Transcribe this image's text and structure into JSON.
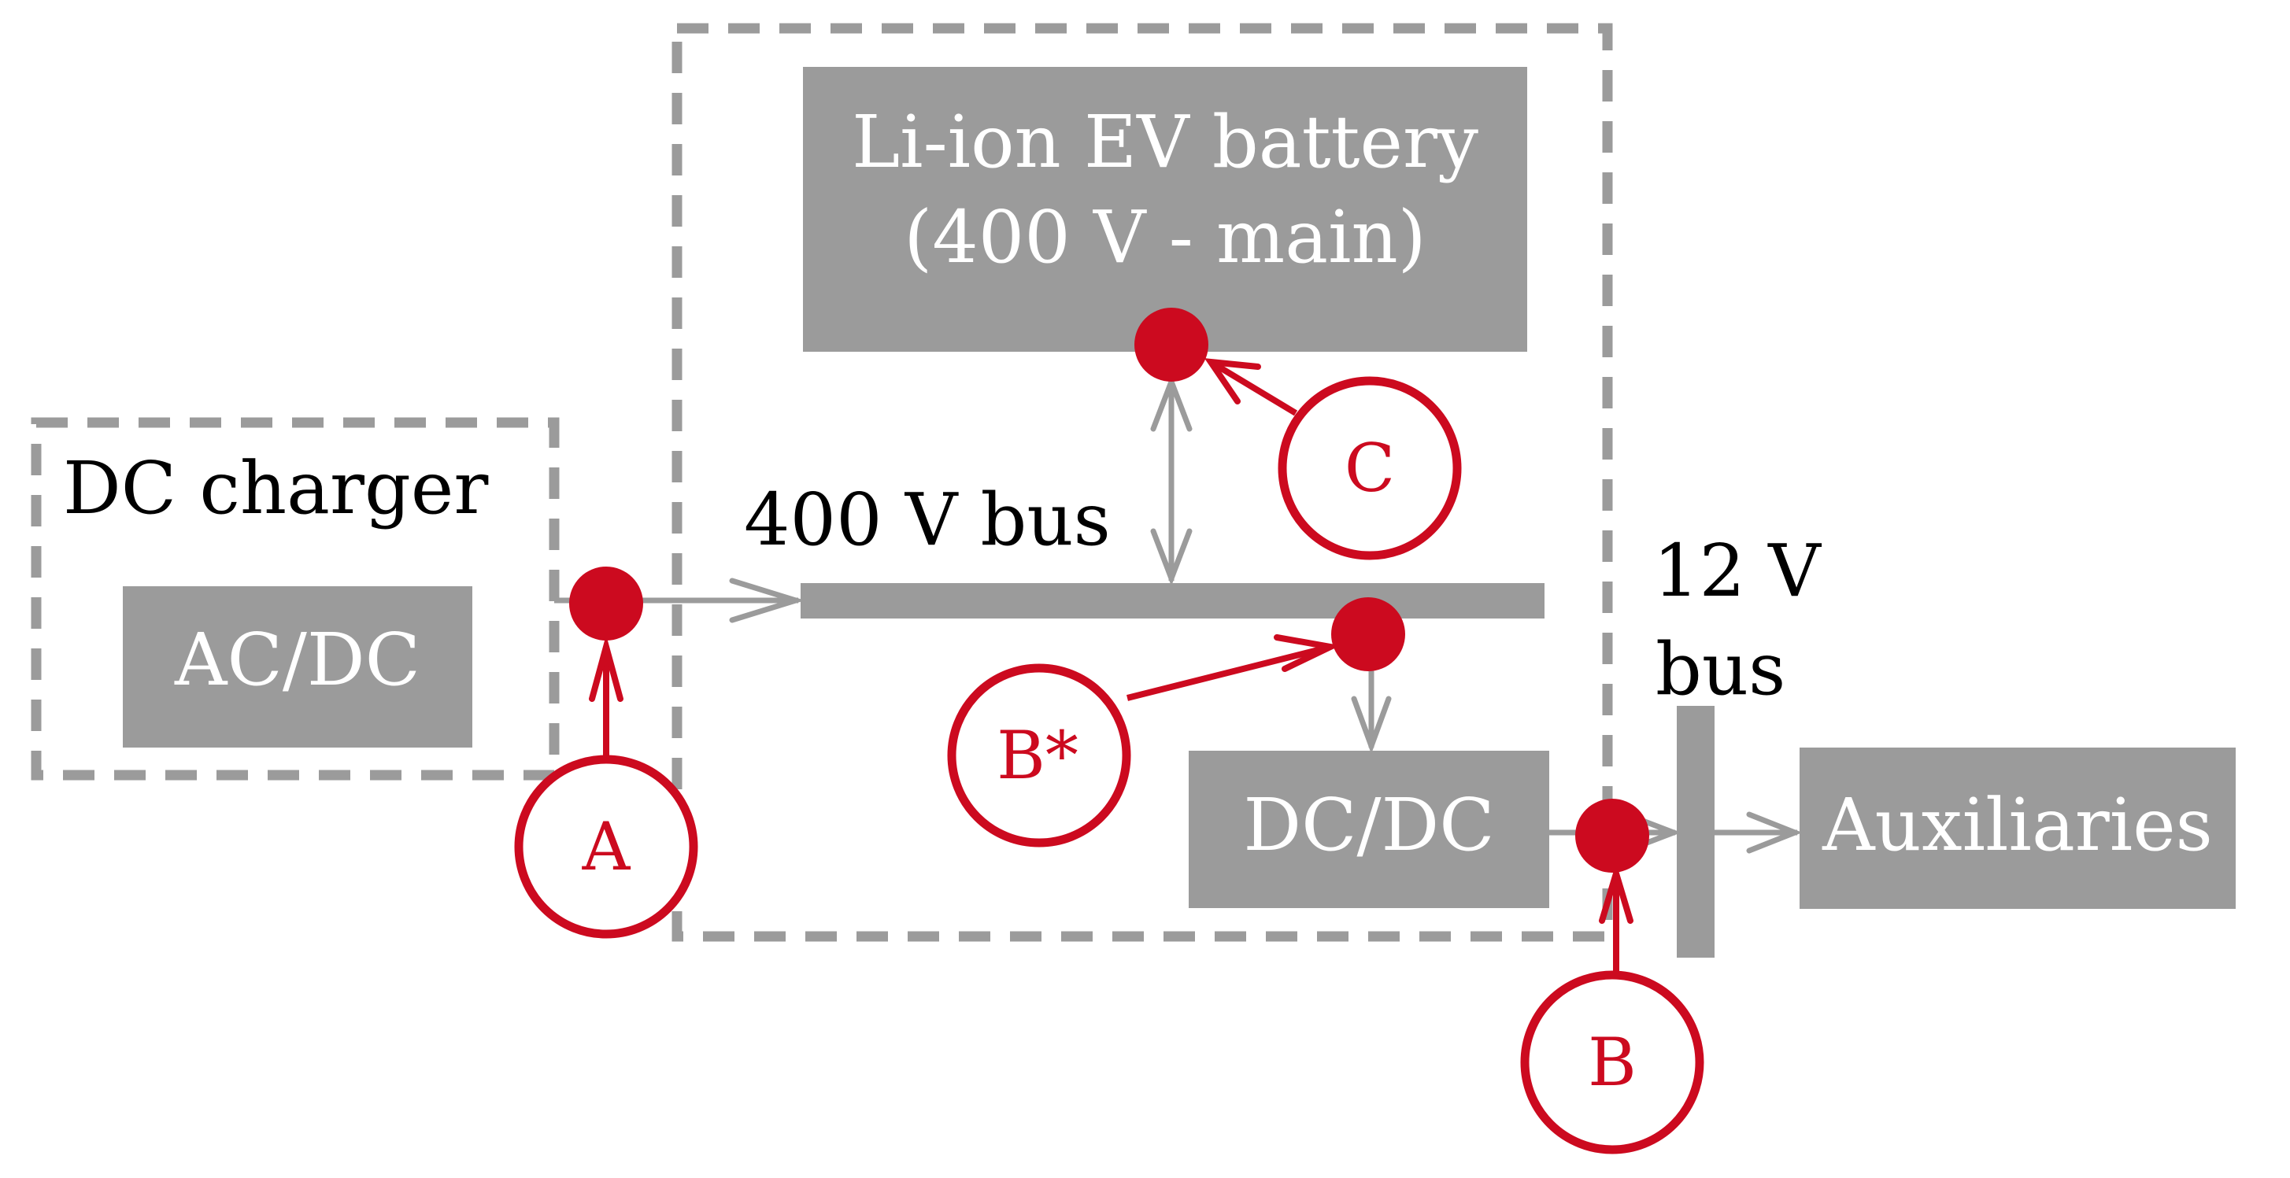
{
  "diagram": {
    "groups": {
      "charger_label": "DC charger"
    },
    "blocks": {
      "acdc": "AC/DC",
      "battery_line1": "Li-ion EV battery",
      "battery_line2": "(400 V - main)",
      "dcdc": "DC/DC",
      "auxiliaries": "Auxiliaries"
    },
    "buses": {
      "hv_bus": "400 V bus",
      "lv_bus_line1": "12 V",
      "lv_bus_line2": "bus"
    },
    "points": {
      "a": "A",
      "b": "B",
      "b_star": "B*",
      "c": "C"
    },
    "colors": {
      "block": "#9b9b9b",
      "measurement": "#cc0a1f"
    }
  }
}
